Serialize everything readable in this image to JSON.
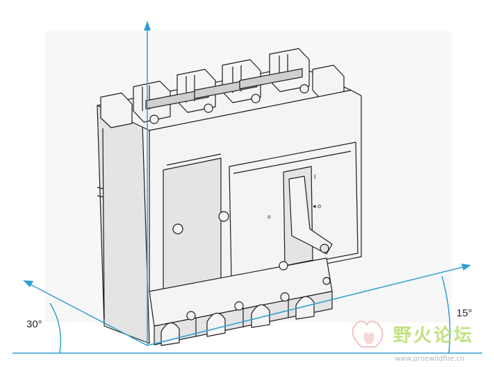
{
  "figure": {
    "left_angle_label": "30°",
    "right_angle_label": "15°",
    "axis_color": "#2f9fd0",
    "background": "#ffffff"
  },
  "watermark": {
    "text": "野火论坛",
    "url": "www.proewildfire.cn",
    "text_color": "#b7dc6a",
    "logo_name": "flame-logo-icon"
  }
}
